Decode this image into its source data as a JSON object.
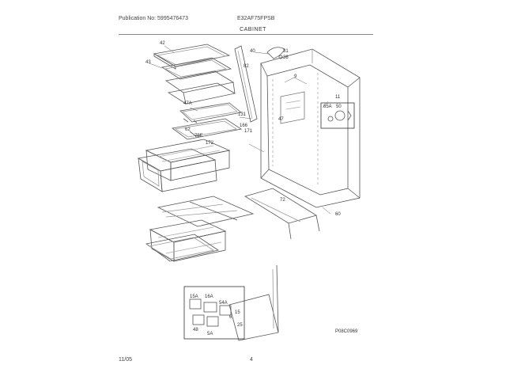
{
  "header": {
    "publication": "Publication No: 5995476473",
    "model": "E32AF75FPSB",
    "section_title": "CABINET"
  },
  "footer": {
    "date": "11/05",
    "page_number": "4"
  },
  "callouts": {
    "c42": "42",
    "c43": "43",
    "c82": "82",
    "c40": "40",
    "c31": "31",
    "c38": "38",
    "c9": "9",
    "c47a": "47A",
    "c47": "47",
    "c131": "131",
    "c166": "166",
    "c171": "171",
    "c62": "62",
    "c75e": "75E",
    "c172": "172",
    "c11": "11",
    "c65a": "65A",
    "c50": "50",
    "c72": "72",
    "c60": "60",
    "c16a": "16A",
    "c15a": "15A",
    "c54a": "54A",
    "c48": "48",
    "c5a": "5A",
    "c25": "25",
    "c15": "15",
    "c6": "6"
  },
  "figure_id": "P08C0969"
}
